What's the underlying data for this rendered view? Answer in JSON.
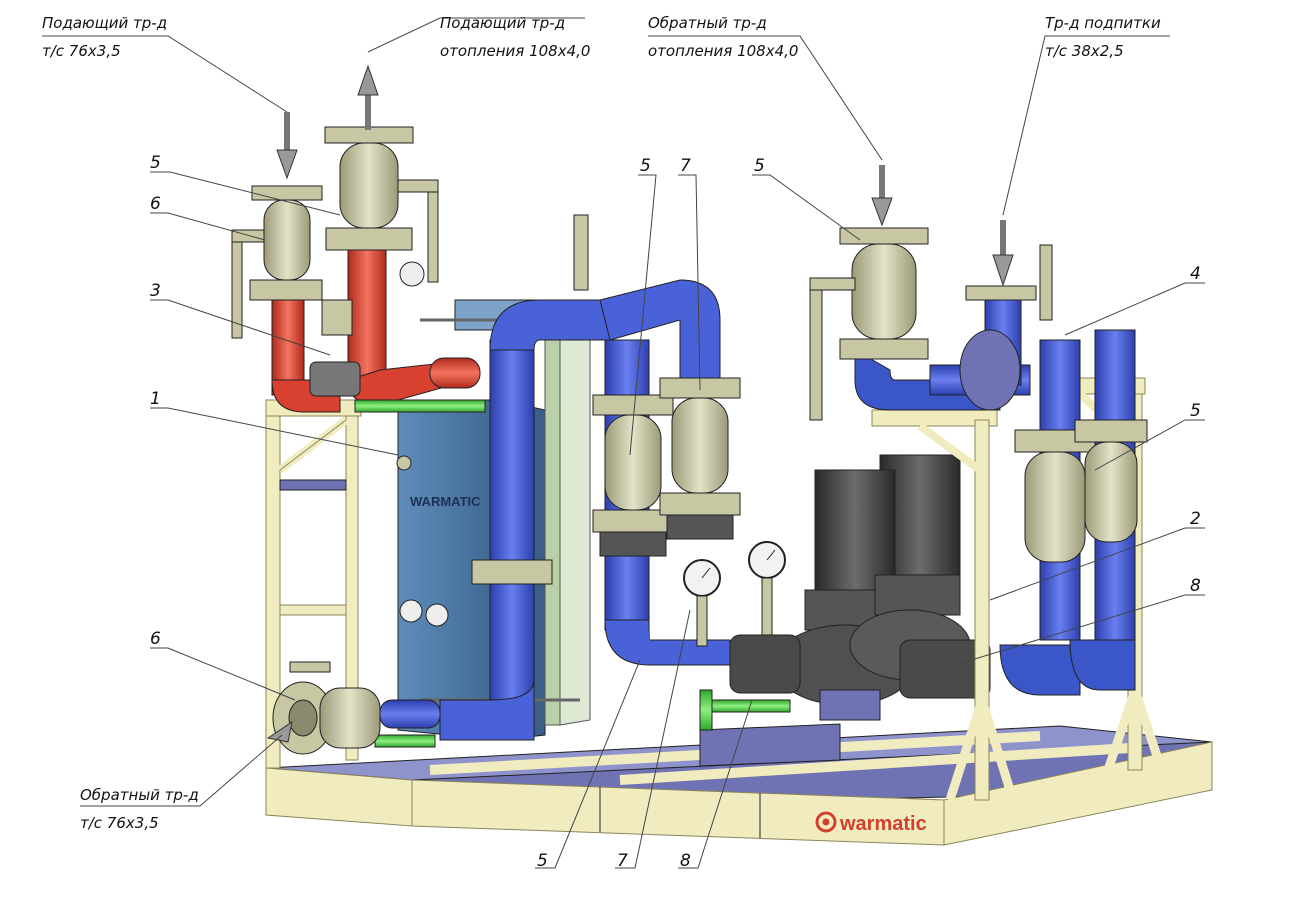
{
  "labels": {
    "supply_ts": {
      "line1": "Подающий тр-д",
      "line2": "т/с 76х3,5"
    },
    "supply_heating": {
      "line1": "Подающий тр-д",
      "line2": "отопления 108х4,0"
    },
    "return_heating": {
      "line1": "Обратный тр-д",
      "line2": "отопления 108х4,0"
    },
    "makeup": {
      "line1": "Тр-д подпитки",
      "line2": "т/с 38х2,5"
    },
    "return_ts": {
      "line1": "Обратный тр-д",
      "line2": "т/с 76х3,5"
    }
  },
  "callouts": {
    "c5_top_left": "5",
    "c6_left": "6",
    "c3": "3",
    "c1": "1",
    "c6_bottom": "6",
    "c5_mid": "5",
    "c7_mid": "7",
    "c5_right": "5",
    "c4": "4",
    "c5_far_right": "5",
    "c2": "2",
    "c8_right": "8",
    "c5_bottom": "5",
    "c7_bottom": "7",
    "c8_bottom": "8"
  },
  "branding": {
    "plate_text": "WARMATIC",
    "logo_text": "warmatic"
  },
  "colors": {
    "frame": "#f1ecc0",
    "frame_edge": "#8b8659",
    "base_blue": "#6f73b3",
    "pipe_blue": "#3b52c8",
    "pipe_hot": "#d8402f",
    "valve": "#c8c7a4",
    "plate": "#4d7aa8",
    "pump": "#3e3e3e",
    "green_pipe": "#46d23d",
    "logo": "#d2402b"
  }
}
